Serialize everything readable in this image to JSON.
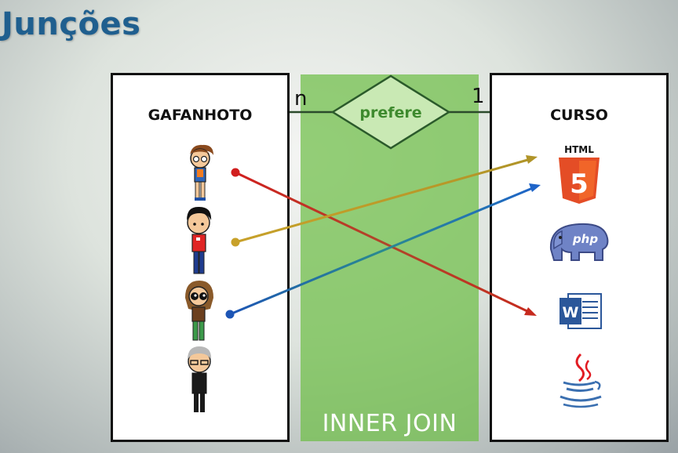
{
  "title": "Junções",
  "relationship": {
    "left_entity": "GAFANHOTO",
    "right_entity": "CURSO",
    "name": "prefere",
    "left_cardinality": "n",
    "right_cardinality": "1"
  },
  "join_label": "INNER JOIN",
  "html_badge": "HTML",
  "php_badge": "php",
  "word_badge": "W",
  "people": [
    {
      "name": "person-curly-hair-glasses",
      "icon": "cartoon-person"
    },
    {
      "name": "person-red-shirt",
      "icon": "cartoon-person"
    },
    {
      "name": "person-brown-hair-goggles",
      "icon": "cartoon-person"
    },
    {
      "name": "person-gray-hair-glasses",
      "icon": "cartoon-person"
    }
  ],
  "courses": [
    {
      "name": "html5",
      "icon": "html5-logo-icon"
    },
    {
      "name": "php",
      "icon": "php-elephant-icon"
    },
    {
      "name": "word",
      "icon": "word-doc-icon"
    },
    {
      "name": "java",
      "icon": "java-cup-icon"
    }
  ],
  "links": [
    {
      "from": "person 1",
      "to": "word",
      "color": "#c0281e"
    },
    {
      "from": "person 2",
      "to": "html5",
      "color": "#b29a25"
    },
    {
      "from": "person 3",
      "to": "html5",
      "color": "#1f5fb0"
    }
  ],
  "colors": {
    "title": "#1f5f8f",
    "band": "#6ebe46",
    "diamond_text": "#3e8a2e"
  }
}
